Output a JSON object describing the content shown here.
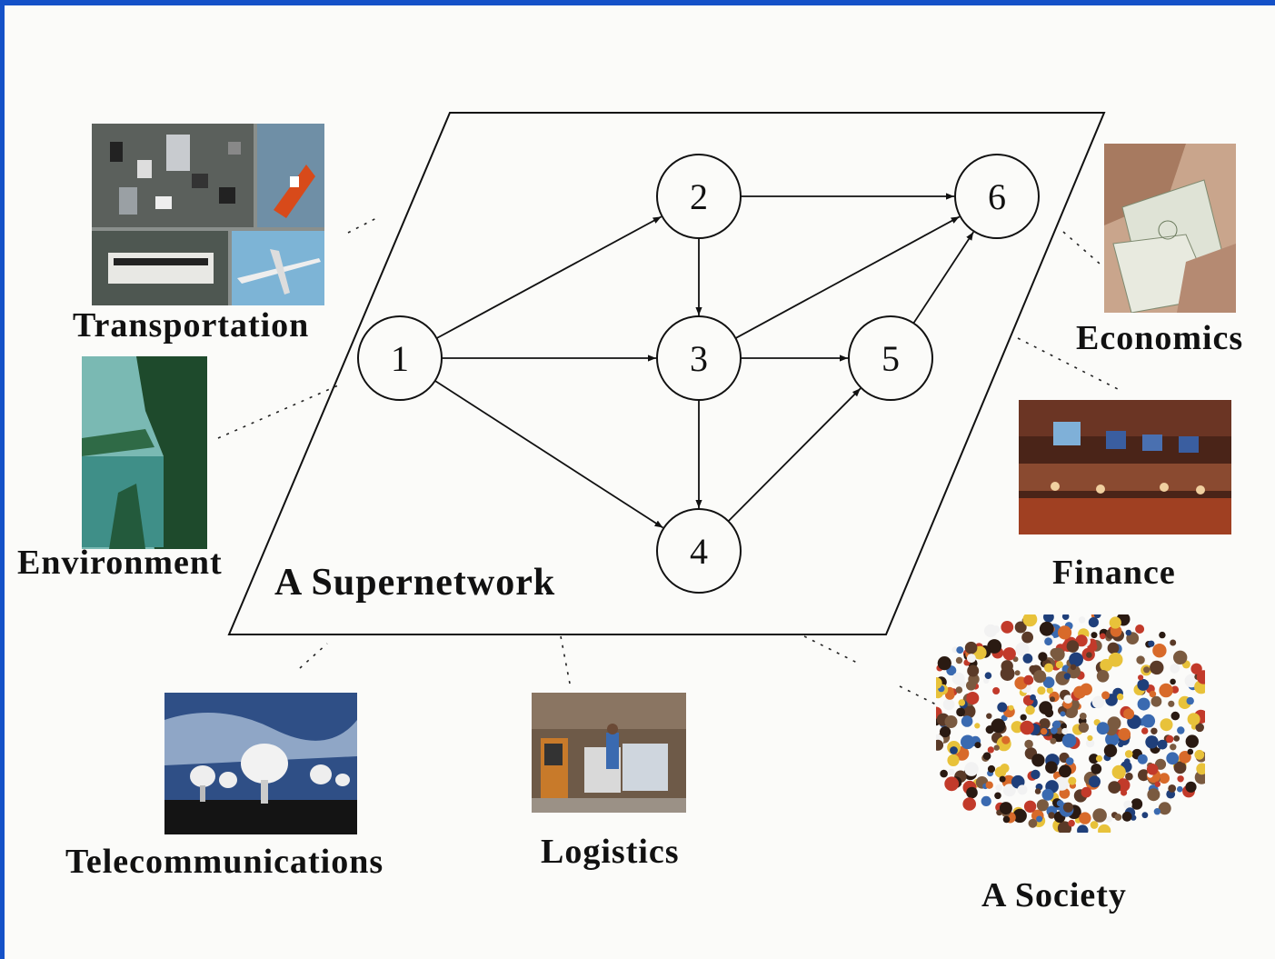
{
  "network": {
    "title": "A Supernetwork",
    "nodes": [
      {
        "id": "1",
        "label": "1"
      },
      {
        "id": "2",
        "label": "2"
      },
      {
        "id": "3",
        "label": "3"
      },
      {
        "id": "4",
        "label": "4"
      },
      {
        "id": "5",
        "label": "5"
      },
      {
        "id": "6",
        "label": "6"
      }
    ],
    "links": [
      [
        "1",
        "2"
      ],
      [
        "1",
        "3"
      ],
      [
        "1",
        "4"
      ],
      [
        "2",
        "3"
      ],
      [
        "2",
        "6"
      ],
      [
        "3",
        "4"
      ],
      [
        "3",
        "5"
      ],
      [
        "3",
        "6"
      ],
      [
        "4",
        "5"
      ],
      [
        "5",
        "6"
      ]
    ]
  },
  "domains": {
    "transportation": "Transportation",
    "environment": "Environment",
    "telecommunications": "Telecommunications",
    "logistics": "Logistics",
    "economics": "Economics",
    "finance": "Finance",
    "society": "A Society"
  },
  "colors": {
    "frame": "#1451c8",
    "background": "#fbfbf9",
    "ink": "#111111"
  }
}
